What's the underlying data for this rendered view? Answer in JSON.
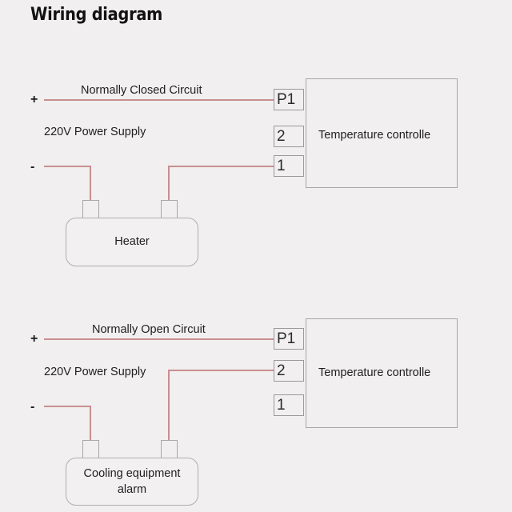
{
  "page": {
    "title": "Wiring diagram",
    "background_color": "#f1eff0",
    "wire_color": "#c98f8f",
    "outline_color": "#a6a6a6"
  },
  "circuits": [
    {
      "id": "normally-closed",
      "circuit_label": "Normally Closed Circuit",
      "supply_label": "220V Power Supply",
      "plus_sign": "+",
      "minus_sign": "-",
      "controller_label": "Temperature controlle",
      "terminals": [
        {
          "label": "P1",
          "connected": true
        },
        {
          "label": "2",
          "connected": false
        },
        {
          "label": "1",
          "connected": true
        }
      ],
      "device_label": "Heater"
    },
    {
      "id": "normally-open",
      "circuit_label": "Normally Open Circuit",
      "supply_label": "220V Power Supply",
      "plus_sign": "+",
      "minus_sign": "-",
      "controller_label": "Temperature controlle",
      "terminals": [
        {
          "label": "P1",
          "connected": true
        },
        {
          "label": "2",
          "connected": true
        },
        {
          "label": "1",
          "connected": false
        }
      ],
      "device_label_line1": "Cooling equipment",
      "device_label_line2": "alarm"
    }
  ]
}
